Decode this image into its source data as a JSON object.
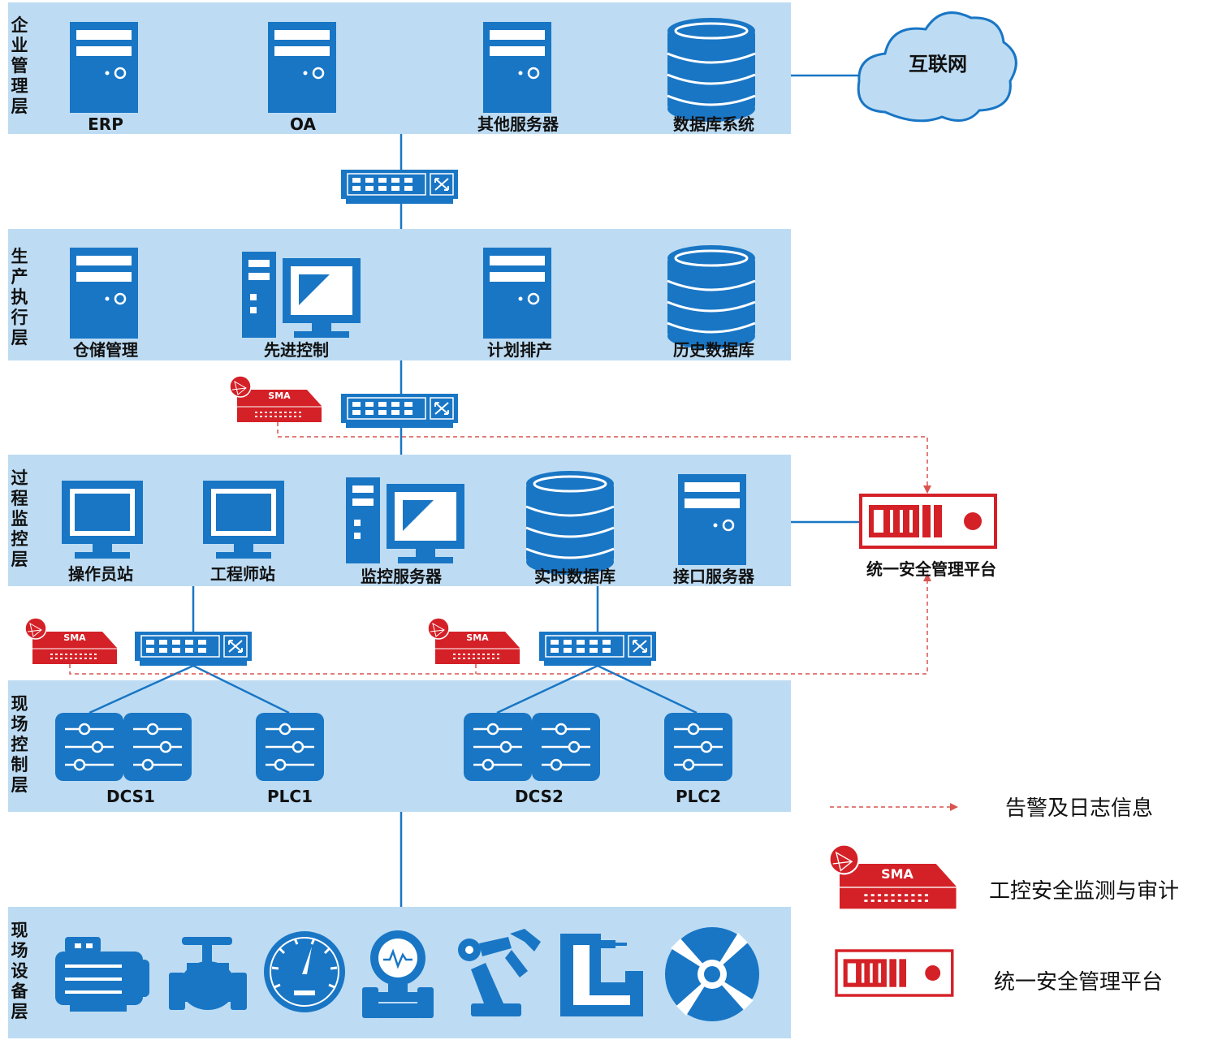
{
  "colors": {
    "band": "#bddcf3",
    "device": "#1976c5",
    "sma": "#d42127",
    "link": "#1976c5",
    "alert_line": "#d9534f"
  },
  "layers": {
    "enterprise": {
      "title_chars": [
        "企",
        "业",
        "管",
        "理",
        "层"
      ],
      "devices": [
        "ERP",
        "OA",
        "其他服务器",
        "数据库系统"
      ]
    },
    "production": {
      "title_chars": [
        "生",
        "产",
        "执",
        "行",
        "层"
      ],
      "devices": [
        "仓储管理",
        "先进控制",
        "计划排产",
        "历史数据库"
      ]
    },
    "process": {
      "title_chars": [
        "过",
        "程",
        "监",
        "控",
        "层"
      ],
      "devices": [
        "操作员站",
        "工程师站",
        "监控服务器",
        "实时数据库",
        "接口服务器"
      ]
    },
    "field_control": {
      "title_chars": [
        "现",
        "场",
        "控",
        "制",
        "层"
      ],
      "devices": [
        "DCS1",
        "PLC1",
        "DCS2",
        "PLC2"
      ]
    },
    "field_device": {
      "title_chars": [
        "现",
        "场",
        "设",
        "备",
        "层"
      ]
    }
  },
  "internet": {
    "label": "互联网"
  },
  "platform": {
    "label": "统一安全管理平台"
  },
  "sma_badge": "SMA",
  "legend": {
    "alert": "告警及日志信息",
    "sma": "工控安全监测与审计",
    "platform": "统一安全管理平台"
  },
  "icons": {
    "server": "server-icon",
    "workstation": "workstation-icon",
    "database": "database-icon",
    "switch": "switch-icon",
    "controller": "controller-icon",
    "cloud": "cloud-icon",
    "sma": "sma-device-icon",
    "platform": "platform-device-icon"
  }
}
